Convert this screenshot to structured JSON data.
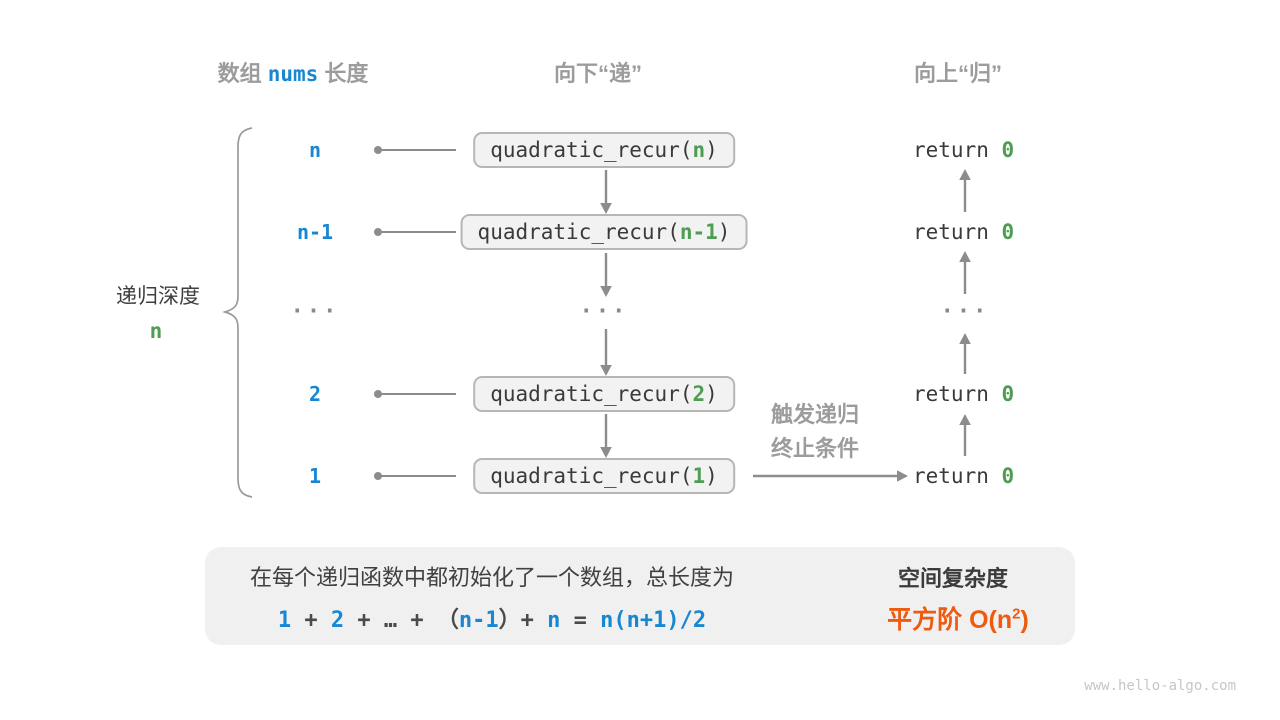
{
  "colors": {
    "blue": "#1787d1",
    "green": "#4e9d52",
    "orange": "#ee5a0e",
    "gray": "#9c9c9c"
  },
  "headers": {
    "array": {
      "pre": "数组 ",
      "code": "nums",
      "post": " 长度"
    },
    "descend": "向下“递”",
    "ascend": "向上“归”"
  },
  "depth": {
    "label": "递归深度",
    "value": "n"
  },
  "calls": {
    "prefix": "quadratic_recur(",
    "suffix": ")",
    "return_prefix": "return ",
    "return_value": "0"
  },
  "rows": [
    {
      "label": "n",
      "call_arg": "n",
      "ret_val": "0"
    },
    {
      "label": "n-1",
      "call_arg": "n-1",
      "ret_val": "0"
    },
    {
      "label": "...",
      "call_dots": "...",
      "ret_dots": "..."
    },
    {
      "label": "2",
      "call_arg": "2",
      "ret_val": "0"
    },
    {
      "label": "1",
      "call_arg": "1",
      "ret_val": "0"
    }
  ],
  "annotations": {
    "trigger1": "触发递归",
    "trigger2": "终止条件"
  },
  "summary": {
    "line1": "在每个递归函数中都初始化了一个数组，总长度为",
    "formula": [
      {
        "text": "1"
      },
      {
        "text": " + "
      },
      {
        "text": "2"
      },
      {
        "text": " + "
      },
      {
        "text": "… + （"
      },
      {
        "text": "n-1"
      },
      {
        "text": "）+ "
      },
      {
        "text": "n"
      },
      {
        "text": " = "
      },
      {
        "text": "n(n+1)/2"
      }
    ],
    "title": "空间复杂度",
    "value_pre": "平方阶 O(n",
    "value_sup": "2",
    "value_post": ")"
  },
  "watermark": "www.hello-algo.com"
}
